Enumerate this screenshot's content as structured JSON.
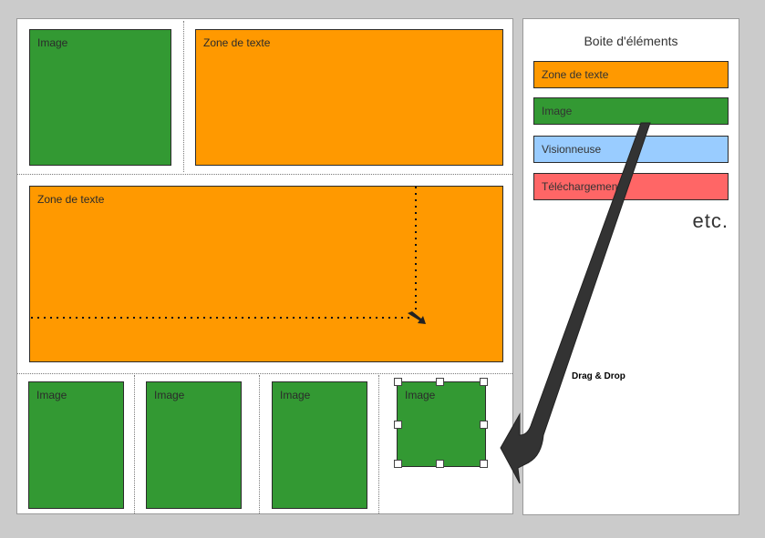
{
  "canvas": {
    "top_image": "Image",
    "top_text": "Zone de texte",
    "middle_text": "Zone de texte",
    "bottom_images": [
      "Image",
      "Image",
      "Image",
      "Image"
    ]
  },
  "sidebar": {
    "title": "Boite d'éléments",
    "items": [
      {
        "label": "Zone de texte",
        "color": "#ff9900"
      },
      {
        "label": "Image",
        "color": "#339933"
      },
      {
        "label": "Visionneuse",
        "color": "#99ccff"
      },
      {
        "label": "Téléchargement",
        "color": "#ff6666"
      }
    ],
    "etc": "etc."
  },
  "arrow": {
    "label": "Drag & Drop",
    "color": "#333333"
  },
  "colors": {
    "image_block": "#339933",
    "text_block": "#ff9900",
    "background": "#cbcbcb"
  }
}
